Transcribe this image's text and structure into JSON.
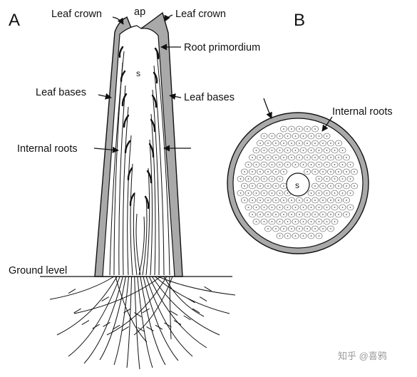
{
  "panels": {
    "a": {
      "letter": "A",
      "labels": {
        "ap": "ap",
        "leaf_crown_left": "Leaf crown",
        "leaf_crown_right": "Leaf crown",
        "root_primordium": "Root primordium",
        "s": "s",
        "leaf_bases_left": "Leaf bases",
        "leaf_bases_right": "Leaf bases",
        "internal_roots": "Internal roots",
        "ground_level": "Ground level"
      }
    },
    "b": {
      "letter": "B",
      "labels": {
        "internal_roots": "Internal roots",
        "s": "s"
      }
    }
  },
  "watermark": "知乎 @喜鸦",
  "colors": {
    "ink": "#111111",
    "sheath_gray": "#a9a9a9",
    "background": "#ffffff"
  }
}
